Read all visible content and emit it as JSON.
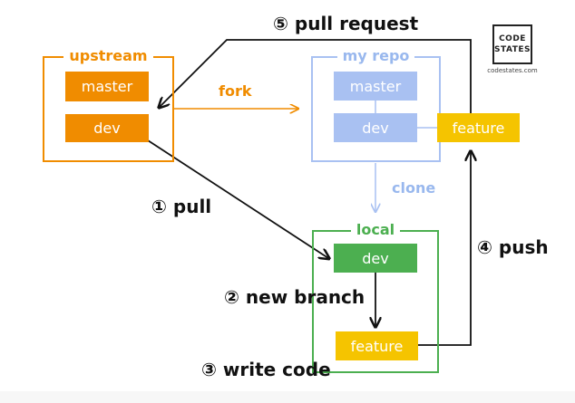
{
  "groups": {
    "upstream": "upstream",
    "myrepo": "my repo",
    "local": "local"
  },
  "nodes": {
    "upstream_master": "master",
    "upstream_dev": "dev",
    "myrepo_master": "master",
    "myrepo_dev": "dev",
    "myrepo_feature": "feature",
    "local_dev": "dev",
    "local_feature": "feature"
  },
  "edges": {
    "fork": "fork",
    "clone": "clone",
    "pull": "① pull",
    "new_branch": "② new branch",
    "write_code": "③ write code",
    "push": "④ push",
    "pull_request": "⑤ pull request"
  },
  "logo": {
    "line1": "CODE",
    "line2": "STATES",
    "url": "codestates.com"
  },
  "colors": {
    "orange": "#f08c00",
    "blue": "#a9c1f2",
    "blue_label": "#99b8ee",
    "green": "#4caf50",
    "yellow": "#f5c400"
  }
}
